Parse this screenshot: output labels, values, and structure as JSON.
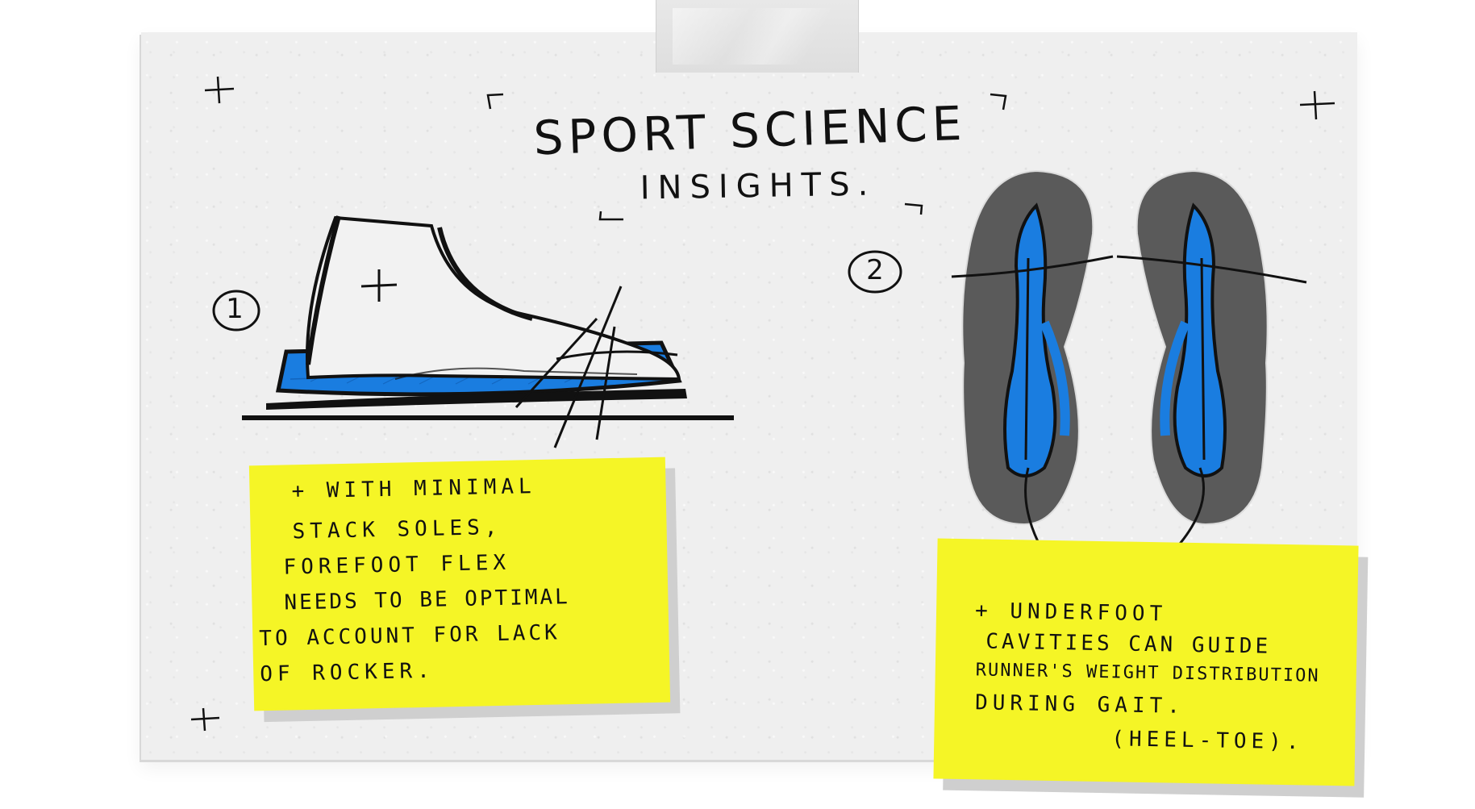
{
  "title": {
    "line1": "SPORT SCIENCE",
    "line2": "INSIGHTS."
  },
  "steps": {
    "one": "1",
    "two": "2"
  },
  "notes": {
    "left": [
      "+ WITH MINIMAL",
      "STACK SOLES,",
      "FOREFOOT FLEX",
      "NEEDS TO BE OPTIMAL",
      "TO ACCOUNT FOR LACK",
      "OF ROCKER."
    ],
    "right": [
      "+ UNDERFOOT",
      "CAVITIES CAN GUIDE",
      "RUNNER'S WEIGHT DISTRIBUTION",
      "DURING GAIT.",
      "(HEEL-TOE)."
    ]
  },
  "colors": {
    "board": "#efefef",
    "sticky": "#f5f526",
    "sole_blue": "#1a7de0",
    "outsole_gray": "#5a5a5a",
    "ink": "#111111"
  }
}
